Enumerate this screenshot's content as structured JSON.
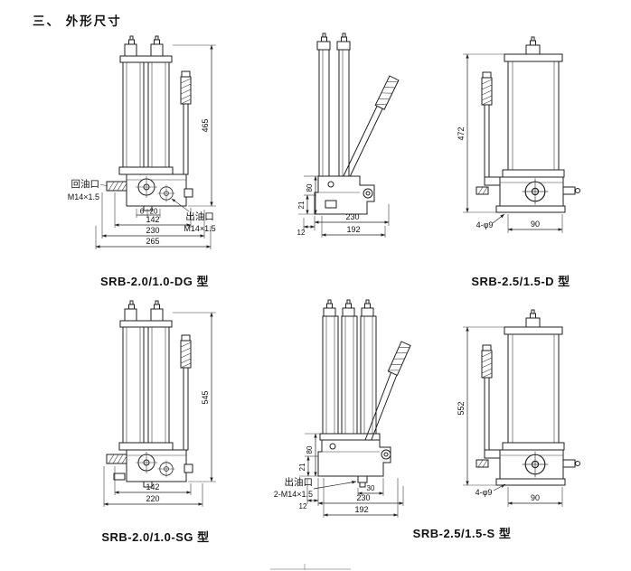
{
  "page": {
    "title": "三、 外形尺寸"
  },
  "drawings": {
    "dg": {
      "label": "SRB-2.0/1.0-DG 型",
      "dim_height": "465",
      "dim_6": "6",
      "dim_20": "20",
      "dim_142": "142",
      "dim_230": "230",
      "dim_265": "265",
      "return_port_label": "回油口",
      "return_port_thread": "M14×1.5",
      "out_port_label": "出油口",
      "out_port_thread": "M14×1.5"
    },
    "d_side": {
      "dim_21": "21",
      "dim_80": "80",
      "dim_12": "12",
      "dim_230": "230",
      "dim_192": "192"
    },
    "d": {
      "label": "SRB-2.5/1.5-D 型",
      "dim_height": "472",
      "dim_holes": "4-φ9",
      "dim_90": "90"
    },
    "sg": {
      "label": "SRB-2.0/1.0-SG 型",
      "dim_height": "545",
      "dim_142": "142",
      "dim_220": "220"
    },
    "s_side": {
      "label": "SRB-2.5/1.5-S 型",
      "dim_21": "21",
      "dim_80": "80",
      "dim_12": "12",
      "dim_30": "30",
      "dim_230": "230",
      "dim_192": "192",
      "out_port_label": "出油口",
      "out_port_thread": "2-M14×1.5"
    },
    "s": {
      "dim_height": "552",
      "dim_holes": "4-φ9",
      "dim_90": "90"
    }
  }
}
